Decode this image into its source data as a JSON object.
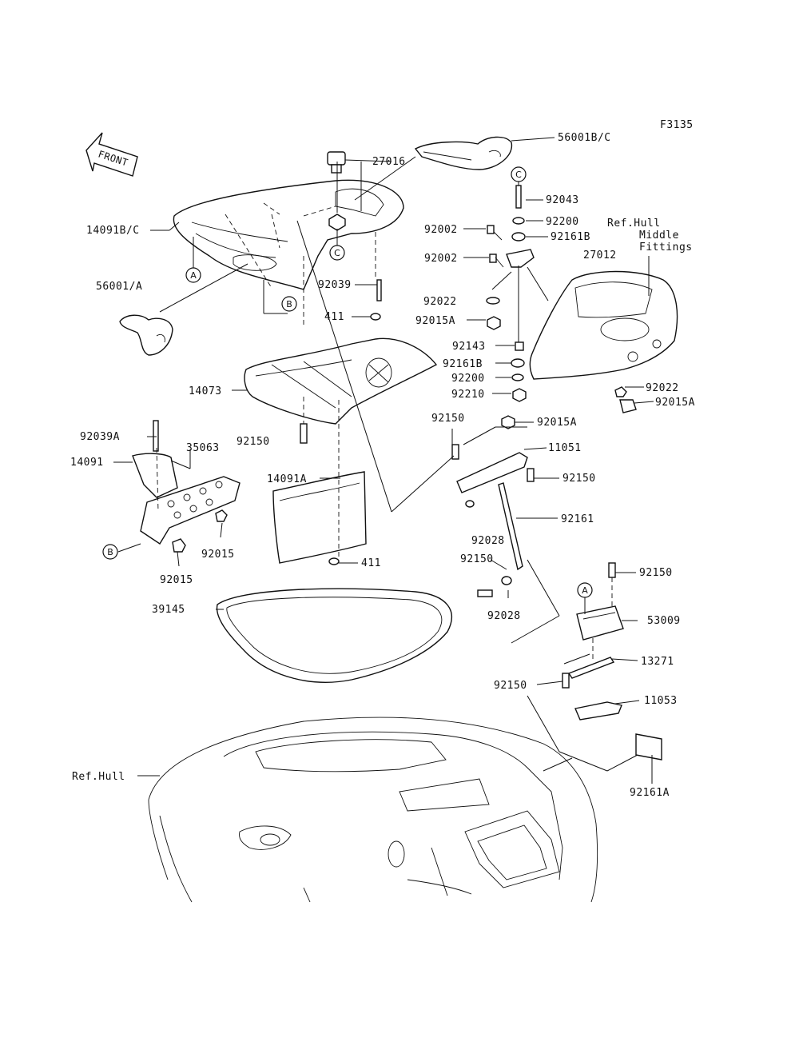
{
  "figure_code": "F3135",
  "front_label": "FRONT",
  "callouts": {
    "A": "A",
    "B": "B",
    "C": "C"
  },
  "parts": {
    "p56001BC": "56001B/C",
    "p27016": "27016",
    "p14091BC": "14091B/C",
    "p92043": "92043",
    "p92200a": "92200",
    "p92002a": "92002",
    "p92161Ba": "92161B",
    "p92002b": "92002",
    "p27012": "27012",
    "p56001A": "56001/A",
    "p92039": "92039",
    "p92022a": "92022",
    "p411a": "411",
    "p92015Aa": "92015A",
    "p92143": "92143",
    "p92161Bb": "92161B",
    "p92200b": "92200",
    "p92210": "92210",
    "p14073": "14073",
    "p92022b": "92022",
    "p92015Ab": "92015A",
    "p92150a": "92150",
    "p92015Ac": "92015A",
    "p92039A": "92039A",
    "p35063": "35063",
    "p92150b": "92150",
    "p11051": "11051",
    "p14091": "14091",
    "p92150c": "92150",
    "p14091A": "14091A",
    "p92161": "92161",
    "p92028a": "92028",
    "p92015a": "92015",
    "p92150d": "92150",
    "p411b": "411",
    "p92015b": "92015",
    "p92150e": "92150",
    "p92028b": "92028",
    "p39145": "39145",
    "p53009": "53009",
    "p13271": "13271",
    "p92150f": "92150",
    "p11053": "11053",
    "refhull": "Ref.Hull",
    "p92161A": "92161A"
  },
  "ref_middle": {
    "line1": "Ref.Hull",
    "line2": "Middle",
    "line3": "Fittings"
  }
}
